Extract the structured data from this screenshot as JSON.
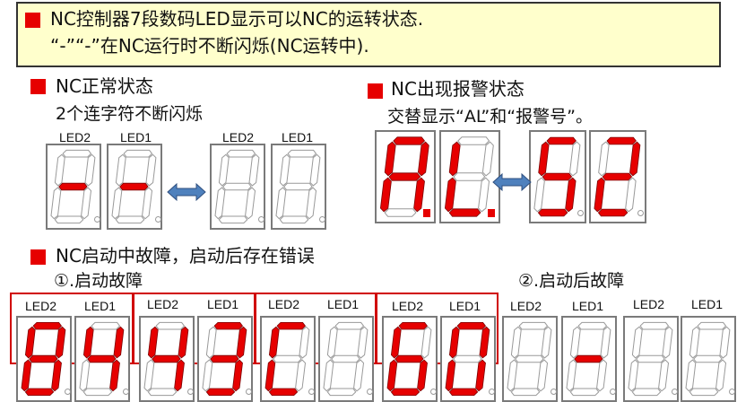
{
  "header": {
    "line1": "NC控制器7段数码LED显示可以NC的运转状态.",
    "line2": "“-”“-”在NC运行时不断闪烁(NC运转中)."
  },
  "normal": {
    "title": "NC正常状态",
    "desc": "2个连字符不断闪烁",
    "led2": "LED2",
    "led1": "LED1"
  },
  "alarm": {
    "title": "NC出现报警状态",
    "desc": "交替显示“AL”和“报警号”。"
  },
  "startup": {
    "title": "NC启动中故障，启动后存在错误",
    "sub1": "①.启动故障",
    "sub2": "②.启动后故障",
    "led2": "LED2",
    "led1": "LED1"
  },
  "colors": {
    "accent": "#e60000",
    "arrow": "#4f81bd",
    "highlight": "#ffffcc"
  },
  "icons": {
    "bullet": "red-square-icon",
    "arrow": "double-arrow-icon"
  }
}
